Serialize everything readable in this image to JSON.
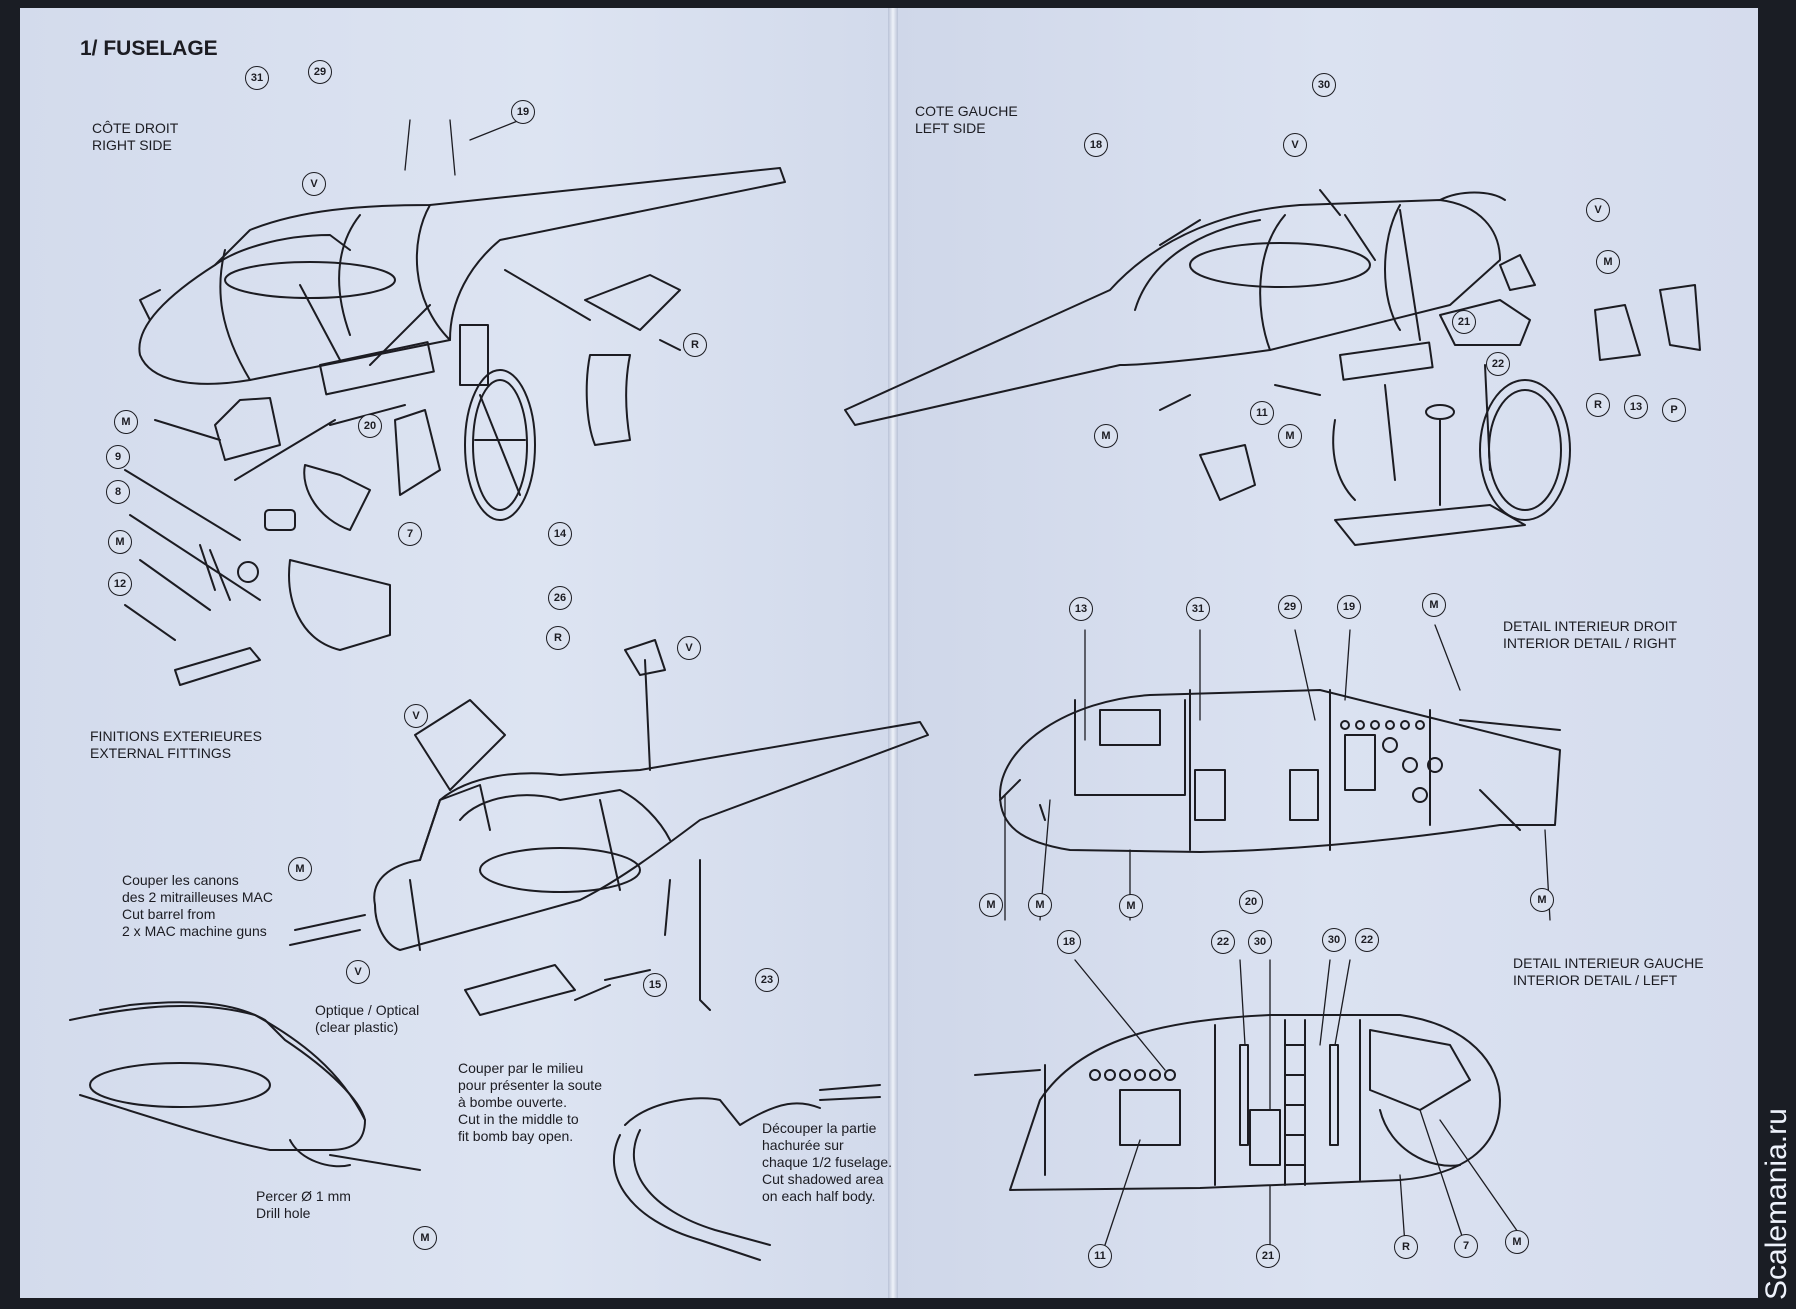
{
  "section_title": "1/ FUSELAGE",
  "labels": {
    "right_side": "CÔTE DROIT\nRIGHT SIDE",
    "left_side": "COTE GAUCHE\nLEFT SIDE",
    "external_fittings": "FINITIONS EXTERIEURES\nEXTERNAL FITTINGS",
    "detail_right": "DETAIL INTERIEUR DROIT\nINTERIOR DETAIL / RIGHT",
    "detail_left": "DETAIL INTERIEUR GAUCHE\nINTERIOR DETAIL / LEFT",
    "cut_guns": "Couper les canons\ndes 2 mitrailleuses MAC\nCut barrel from\n2 x MAC machine guns",
    "optical": "Optique / Optical\n(clear plastic)",
    "cut_middle": "Couper par le milieu\npour présenter la soute\nà bombe ouverte.\nCut in the middle to\nfit bomb bay open.",
    "drill": "Percer Ø 1 mm\nDrill hole",
    "cut_shadow": "Découper la partie\nhachurée sur\nchaque 1/2 fuselage.\nCut shadowed area\non each half body."
  },
  "part_numbers": {
    "r31": "31",
    "r29": "29",
    "r19": "19",
    "rV1": "V",
    "rR1": "R",
    "rM1": "M",
    "r20": "20",
    "r9": "9",
    "r8": "8",
    "rM2": "M",
    "r12": "12",
    "r7": "7",
    "r14": "14",
    "r26": "26",
    "rR2": "R",
    "l30": "30",
    "lV1": "V",
    "l18": "18",
    "lV2": "V",
    "lM1": "M",
    "l21": "21",
    "l22": "22",
    "lR1": "R",
    "l13": "13",
    "lP": "P",
    "lM2": "M",
    "l11": "11",
    "lM3": "M",
    "eV1": "V",
    "eV2": "V",
    "eM1": "M",
    "eV3": "V",
    "e15": "15",
    "e23": "23",
    "eM2": "M",
    "dr13": "13",
    "dr31": "31",
    "dr29": "29",
    "dr19": "19",
    "drM1": "M",
    "drM2": "M",
    "drM3": "M",
    "drM4": "M",
    "dr20": "20",
    "drM5": "M",
    "dl18": "18",
    "dl22a": "22",
    "dl30a": "30",
    "dl30b": "30",
    "dl22b": "22",
    "dl11": "11",
    "dl21": "21",
    "dlR": "R",
    "dl7": "7",
    "dlM": "M"
  },
  "watermark": "Scalemania.ru"
}
